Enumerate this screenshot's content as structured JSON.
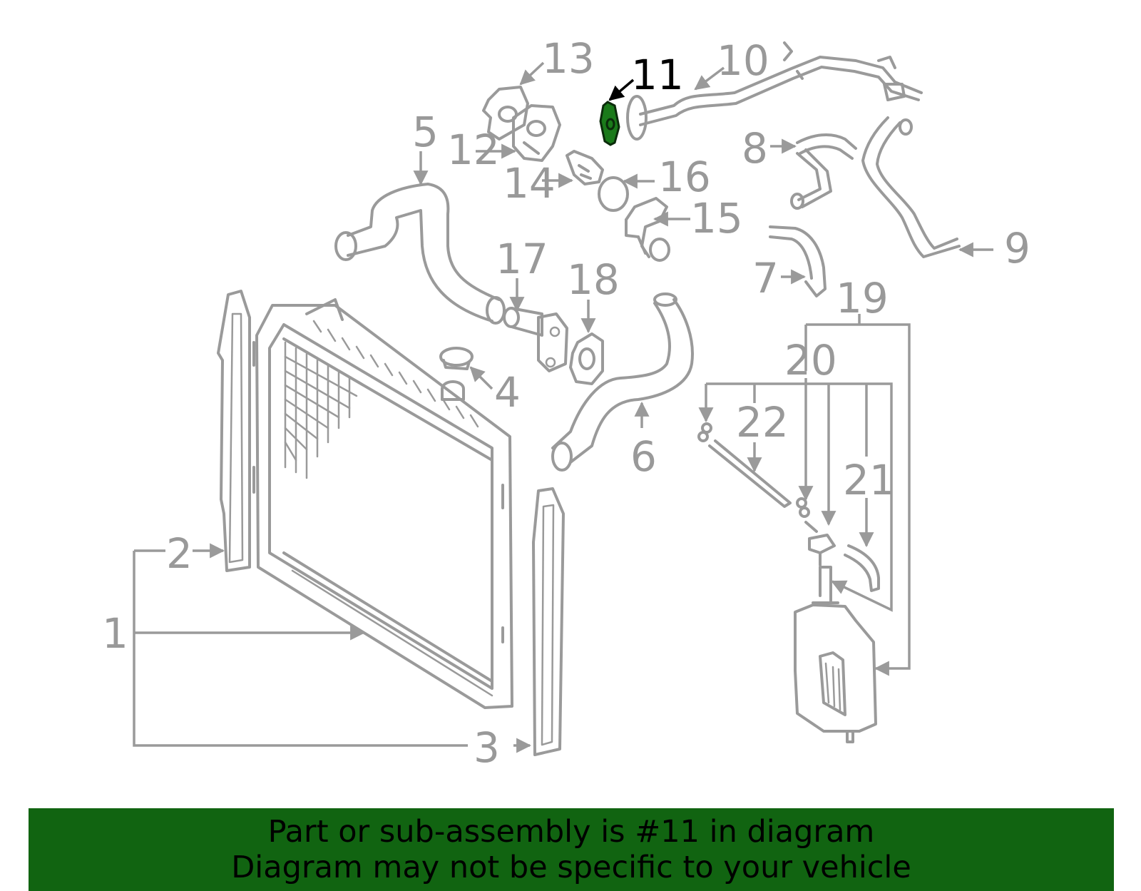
{
  "colors": {
    "part_stroke": "#9a9a9a",
    "label_color": "#999999",
    "highlight_part_fill": "#1a7a1a",
    "highlight_label_color": "#000000",
    "banner_background": "#116411",
    "banner_text_color": "#000000"
  },
  "diagram": {
    "highlighted_part": "11",
    "labels": {
      "p1": "1",
      "p2": "2",
      "p3": "3",
      "p4": "4",
      "p5": "5",
      "p6": "6",
      "p7": "7",
      "p8": "8",
      "p9": "9",
      "p10": "10",
      "p11": "11",
      "p12": "12",
      "p13": "13",
      "p14": "14",
      "p15": "15",
      "p16": "16",
      "p17": "17",
      "p18": "18",
      "p19": "19",
      "p20": "20",
      "p21": "21",
      "p22": "22"
    }
  },
  "banner": {
    "line1": "Part or sub-assembly is #11 in diagram",
    "line2": "Diagram may not be specific to your vehicle"
  }
}
